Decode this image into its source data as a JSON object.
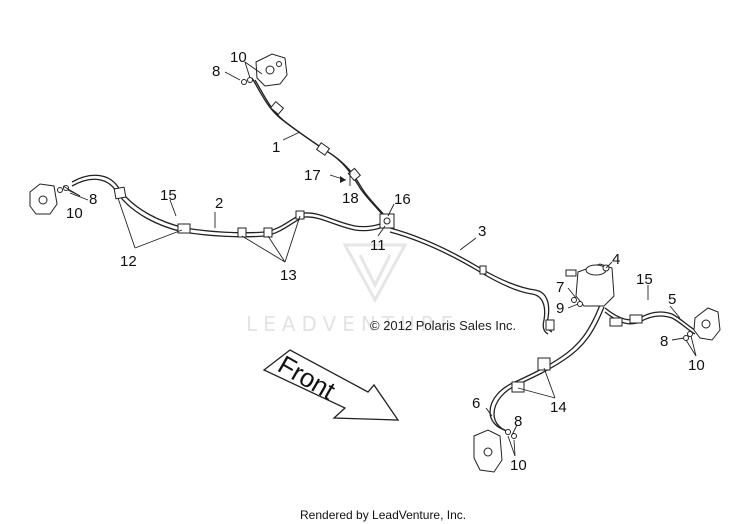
{
  "callouts": {
    "c1": "1",
    "c2": "2",
    "c3": "3",
    "c4": "4",
    "c5": "5",
    "c6": "6",
    "c7": "7",
    "c8a": "8",
    "c8b": "8",
    "c8c": "8",
    "c8d": "8",
    "c9": "9",
    "c10a": "10",
    "c10b": "10",
    "c10c": "10",
    "c10d": "10",
    "c11": "11",
    "c12": "12",
    "c13": "13",
    "c14": "14",
    "c15a": "15",
    "c15b": "15",
    "c16": "16",
    "c17": "17",
    "c18": "18"
  },
  "front_arrow_label": "Front",
  "watermark": "LEADVENTURE",
  "copyright": "© 2012 Polaris Sales Inc.",
  "footer": "Rendered by LeadVenture, Inc."
}
